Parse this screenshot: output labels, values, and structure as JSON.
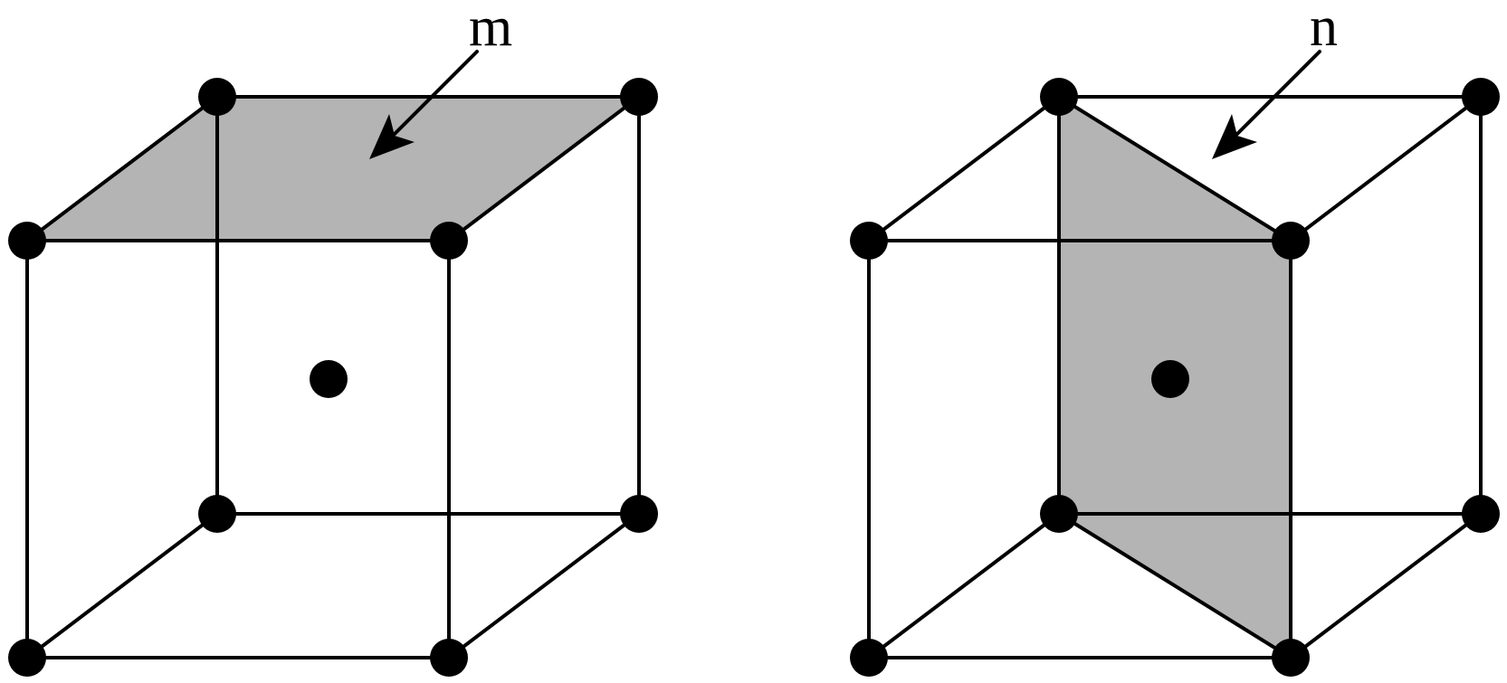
{
  "figure": {
    "colors": {
      "edge": "#000000",
      "atom": "#000000",
      "plane_fill": "#b4b4b4",
      "background": "#ffffff"
    },
    "panels": [
      {
        "id": "left",
        "label": "m",
        "plane": "top-face"
      },
      {
        "id": "right",
        "label": "n",
        "plane": "diagonal"
      }
    ]
  }
}
